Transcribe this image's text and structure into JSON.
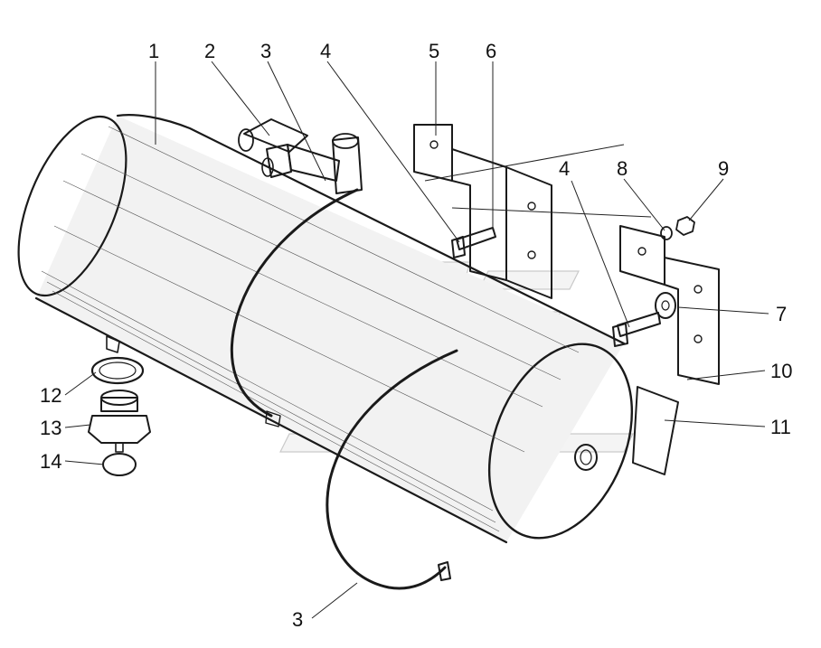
{
  "diagram": {
    "callouts": [
      {
        "id": "c1",
        "label": "1"
      },
      {
        "id": "c2",
        "label": "2"
      },
      {
        "id": "c3a",
        "label": "3"
      },
      {
        "id": "c4a",
        "label": "4"
      },
      {
        "id": "c5",
        "label": "5"
      },
      {
        "id": "c6",
        "label": "6"
      },
      {
        "id": "c4b",
        "label": "4"
      },
      {
        "id": "c8",
        "label": "8"
      },
      {
        "id": "c9",
        "label": "9"
      },
      {
        "id": "c7",
        "label": "7"
      },
      {
        "id": "c10",
        "label": "10"
      },
      {
        "id": "c11",
        "label": "11"
      },
      {
        "id": "c12",
        "label": "12"
      },
      {
        "id": "c13",
        "label": "13"
      },
      {
        "id": "c14",
        "label": "14"
      },
      {
        "id": "c3b",
        "label": "3"
      }
    ]
  }
}
